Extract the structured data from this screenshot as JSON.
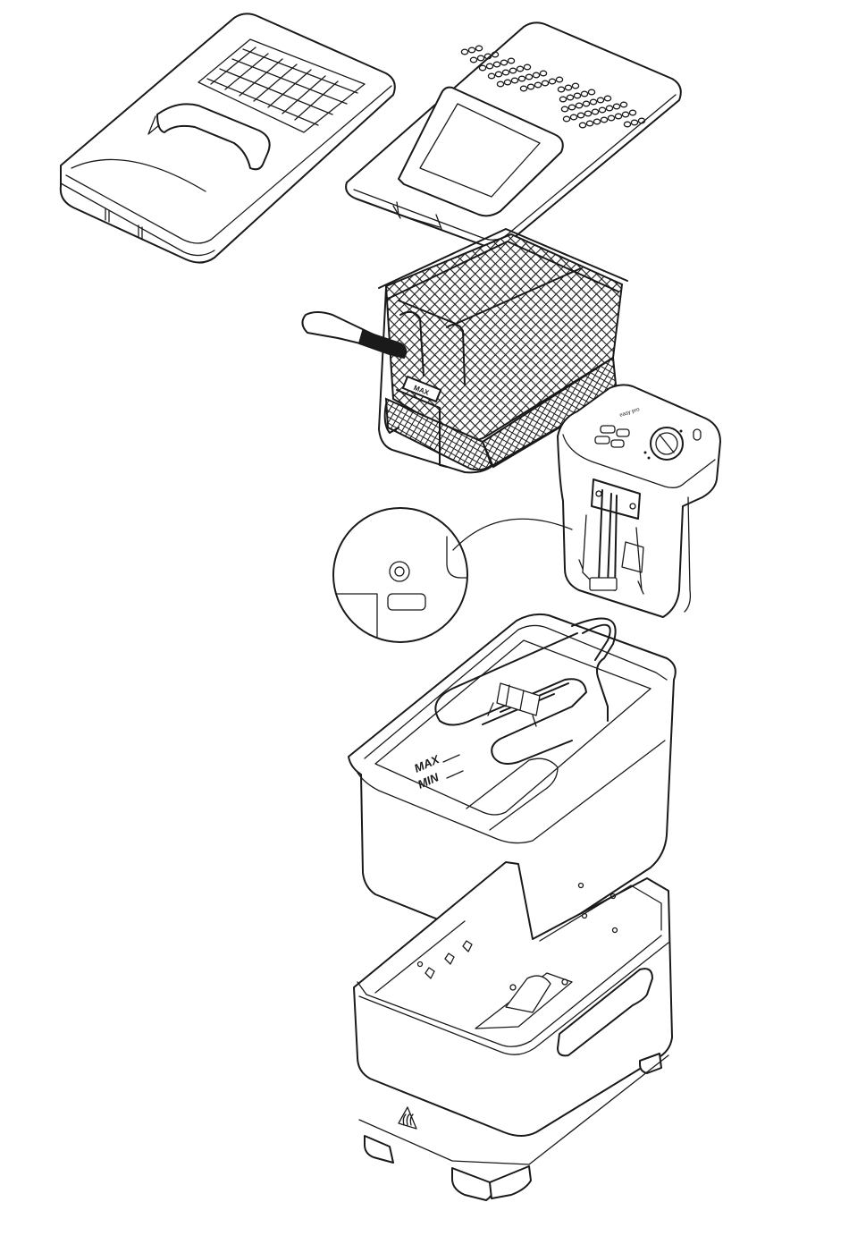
{
  "diagram": {
    "basket_label": "MAX",
    "bowl_labels": {
      "max": "MAX",
      "min": "MIN"
    },
    "control_panel_labels": [
      "easy pro"
    ],
    "warning_symbol": "hot-surface-warning-icon"
  },
  "colors": {
    "line": "#1a1a1a",
    "background": "#ffffff"
  }
}
